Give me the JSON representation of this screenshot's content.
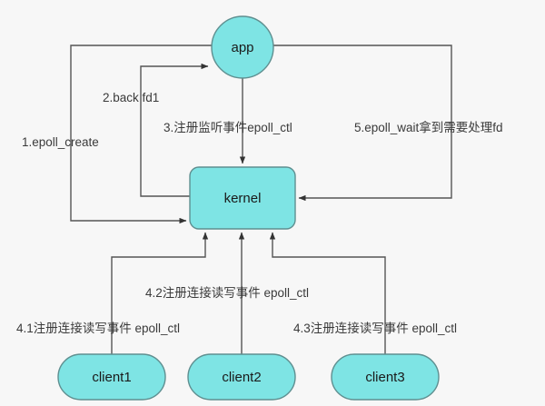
{
  "diagram": {
    "title": "epoll flow diagram",
    "background_color": "#f7f7f7",
    "node_fill_color": "#7ee4e4",
    "node_stroke_color": "#5f8f90",
    "line_color": "#555555",
    "text_color": "#1a1a1a",
    "nodes": [
      {
        "id": "app",
        "label": "app",
        "shape": "circle"
      },
      {
        "id": "kernel",
        "label": "kernel",
        "shape": "rounded-rect"
      },
      {
        "id": "client1",
        "label": "client1",
        "shape": "pill"
      },
      {
        "id": "client2",
        "label": "client2",
        "shape": "pill"
      },
      {
        "id": "client3",
        "label": "client3",
        "shape": "pill"
      }
    ],
    "edges": [
      {
        "id": "e1",
        "label": "1.epoll_create",
        "from": "app",
        "to": "kernel"
      },
      {
        "id": "e2",
        "label": "2.back fd1",
        "from": "kernel",
        "to": "app"
      },
      {
        "id": "e3",
        "label": "3.注册监听事件epoll_ctl",
        "from": "app",
        "to": "kernel"
      },
      {
        "id": "e4",
        "label": "4.1注册连接读写事件 epoll_ctl",
        "from": "client1",
        "to": "kernel"
      },
      {
        "id": "e5",
        "label": "4.2注册连接读写事件 epoll_ctl",
        "from": "client2",
        "to": "kernel"
      },
      {
        "id": "e6",
        "label": "4.3注册连接读写事件 epoll_ctl",
        "from": "client3",
        "to": "kernel"
      },
      {
        "id": "e7",
        "label": "5.epoll_wait拿到需要处理fd",
        "from": "app",
        "to": "kernel"
      }
    ]
  }
}
